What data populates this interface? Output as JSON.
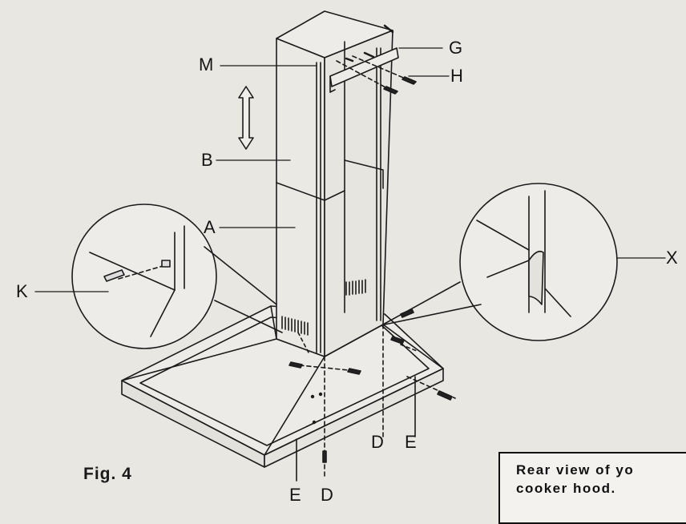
{
  "labels": {
    "M": "M",
    "G": "G",
    "H": "H",
    "B": "B",
    "A": "A",
    "K": "K",
    "X": "X",
    "D_right": "D",
    "E_right": "E",
    "E_bottom": "E",
    "D_bottom": "D"
  },
  "figure_caption": "Fig. 4",
  "note": {
    "line1": "Rear view of yo",
    "line2": "cooker hood."
  },
  "colors": {
    "background": "#e9e7e2",
    "ink": "#151515"
  }
}
